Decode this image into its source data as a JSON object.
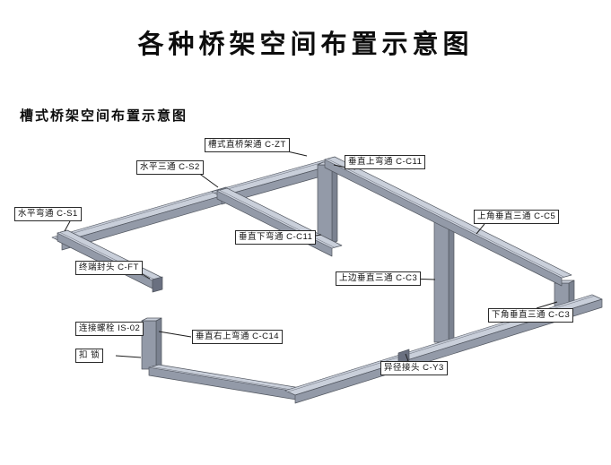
{
  "page": {
    "title": "各种桥架空间布置示意图",
    "subtitle": "槽式桥架空间布置示意图"
  },
  "labels": [
    {
      "id": "c-zt",
      "text": "槽式直桥架通 C-ZT"
    },
    {
      "id": "c-s2",
      "text": "水平三通 C-S2"
    },
    {
      "id": "c-c11-up",
      "text": "垂直上弯通 C-C11"
    },
    {
      "id": "c-s1",
      "text": "水平弯通 C-S1"
    },
    {
      "id": "c-c11-down",
      "text": "垂直下弯通 C-C11"
    },
    {
      "id": "c-c5",
      "text": "上角垂直三通 C-C5"
    },
    {
      "id": "c-ft",
      "text": "终端封头 C-FT"
    },
    {
      "id": "c-c3-upper",
      "text": "上边垂直三通 C-C3"
    },
    {
      "id": "is-02",
      "text": "连接螺栓 IS-02"
    },
    {
      "id": "c-c14",
      "text": "垂直右上弯通 C-C14"
    },
    {
      "id": "c-c3-lower",
      "text": "下角垂直三通 C-C3"
    },
    {
      "id": "kousuo",
      "text": "扣 锁"
    },
    {
      "id": "c-y3",
      "text": "异径接头 C-Y3"
    }
  ],
  "colors": {
    "tray_top": "#c9cfda",
    "tray_front": "#939aa8",
    "tray_side": "#7b8290",
    "tray_dark": "#6a7080",
    "outline": "#51565f",
    "leader": "#1c1c1c",
    "text": "#101010"
  }
}
